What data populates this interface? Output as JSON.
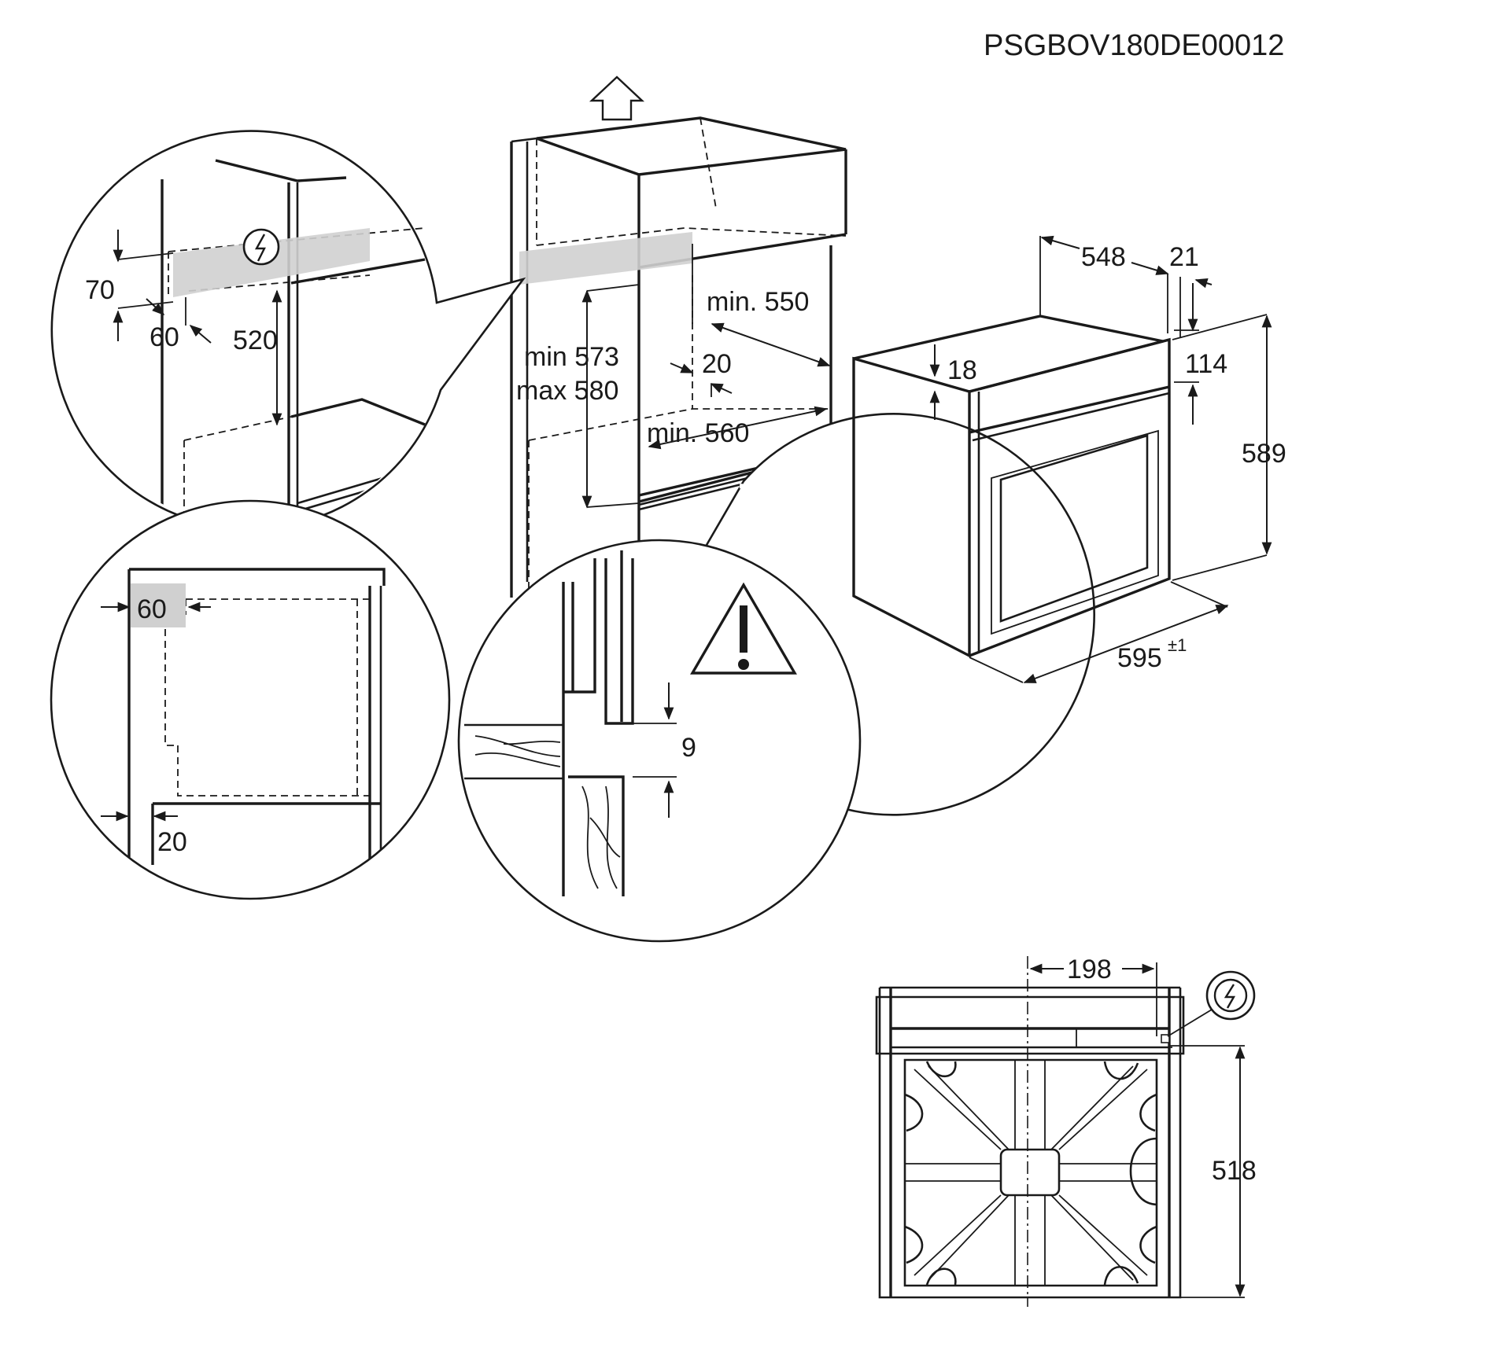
{
  "doc_code": "PSGBOV180DE00012",
  "dimensions": {
    "d70": "70",
    "d60_top": "60",
    "d520": "520",
    "d60_side": "60",
    "d20_side": "20",
    "min573": "min 573",
    "max580": "max 580",
    "min550": "min. 550",
    "d20_niche": "20",
    "min560": "min. 560",
    "d9": "9",
    "d548": "548",
    "d21": "21",
    "d18": "18",
    "d114": "114",
    "d589": "589",
    "d595": "595",
    "d595_tol": "±1",
    "d198": "198",
    "d518": "518"
  },
  "symbols": {
    "electric": "electric-hazard-icon",
    "warning": "warning-icon",
    "arrow": "up-arrow-icon"
  }
}
